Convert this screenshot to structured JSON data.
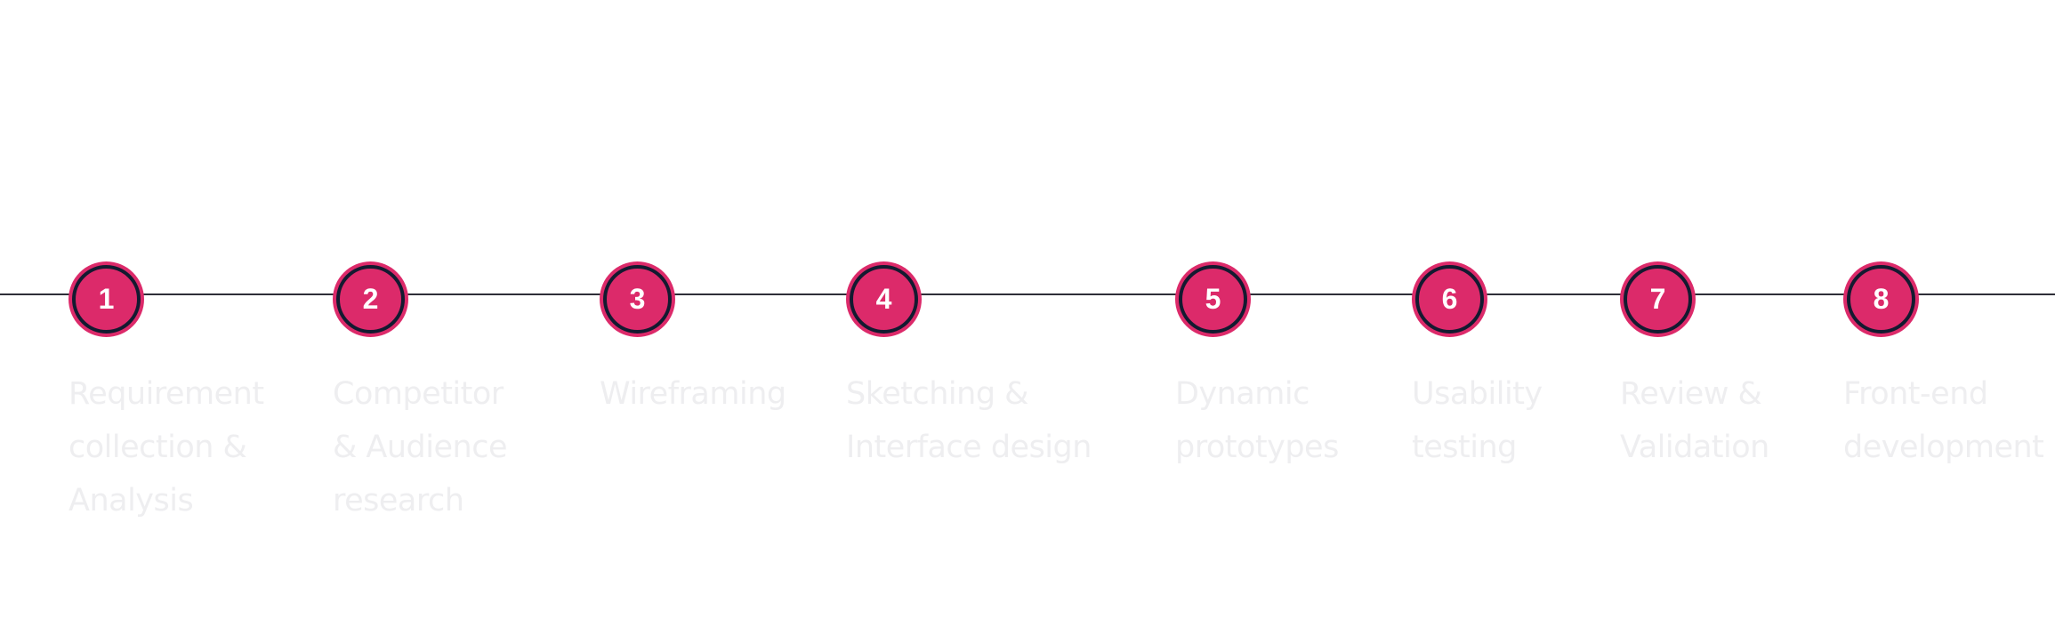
{
  "colors": {
    "circle_fill": "#dc2a6a",
    "circle_ring": "#131a30",
    "line": "#2e2e38",
    "label": "#eeeef0"
  },
  "steps": [
    {
      "number": "1",
      "label": "Requirement\ncollection &\nAnalysis"
    },
    {
      "number": "2",
      "label": "Competitor\n& Audience\nresearch"
    },
    {
      "number": "3",
      "label": "Wireframing"
    },
    {
      "number": "4",
      "label": "Sketching &\nInterface design"
    },
    {
      "number": "5",
      "label": "Dynamic\nprototypes"
    },
    {
      "number": "6",
      "label": "Usability\ntesting"
    },
    {
      "number": "7",
      "label": "Review &\nValidation"
    },
    {
      "number": "8",
      "label": "Front-end\ndevelopment"
    }
  ]
}
